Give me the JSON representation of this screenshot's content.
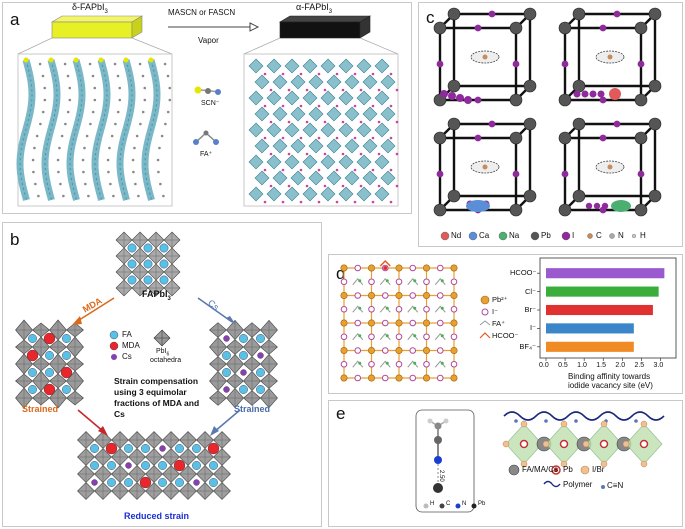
{
  "panels": {
    "a": {
      "label": "a",
      "left_title": "δ-FAPbI",
      "left_sub": "3",
      "right_title": "α-FAPbI",
      "right_sub": "3",
      "arrow_top": "MASCN or FASCN",
      "arrow_bottom": "Vapor",
      "legend_scn": "SCN⁻",
      "legend_fa": "FA⁺"
    },
    "b": {
      "label": "b",
      "top_name": "FAPbI",
      "top_name_sub": "3",
      "mda_arrow": "MDA",
      "cs_arrow": "Cs",
      "legend": [
        {
          "label": "FA",
          "color": "#5bc0e8"
        },
        {
          "label": "MDA",
          "color": "#e8262c"
        },
        {
          "label": "Cs",
          "color": "#8a3fb0"
        }
      ],
      "octa_label": "PbI",
      "octa_sub": "6",
      "octa_label2": "octahedra",
      "strain_text": [
        "Strain compensation",
        "using 3 equimolar",
        "fractions of MDA and",
        "Cs"
      ],
      "strained_left": "Strained",
      "strained_right": "Strained",
      "reduced": "Reduced strain"
    },
    "c": {
      "label": "c",
      "legend": [
        {
          "label": "Nd",
          "color": "#e05a5a"
        },
        {
          "label": "Ca",
          "color": "#5a8fd8"
        },
        {
          "label": "Na",
          "color": "#4caf72"
        },
        {
          "label": "Pb",
          "color": "#555555"
        },
        {
          "label": "I",
          "color": "#8e2a9c"
        },
        {
          "label": "C",
          "color": "#c88c5a"
        },
        {
          "label": "N",
          "color": "#aaaaaa"
        },
        {
          "label": "H",
          "color": "#cccccc"
        }
      ]
    },
    "d": {
      "label": "d",
      "legend": [
        {
          "label": "Pb²⁺"
        },
        {
          "label": "I⁻"
        },
        {
          "label": "FA⁺"
        },
        {
          "label": "HCOO⁻"
        }
      ]
    },
    "e": {
      "label": "e",
      "molecule_legend": [
        {
          "label": "H",
          "color": "#bbbbbb"
        },
        {
          "label": "C",
          "color": "#444444"
        },
        {
          "label": "N",
          "color": "#1a3fd0"
        },
        {
          "label": "Pb",
          "color": "#222222"
        }
      ],
      "bond_length": "2.50",
      "legend_items": [
        {
          "label": "FA/MA/Cs"
        },
        {
          "label": "Pb"
        },
        {
          "label": "I/Br"
        },
        {
          "label": "Polymer"
        },
        {
          "label": "C≡N"
        }
      ]
    }
  },
  "chart_data": {
    "type": "bar",
    "orientation": "horizontal",
    "categories": [
      "HCOO⁻",
      "Cl⁻",
      "Br⁻",
      "I⁻",
      "BF₄⁻"
    ],
    "values": [
      3.1,
      2.95,
      2.8,
      2.3,
      2.3
    ],
    "colors": [
      "#9b59d0",
      "#3aad3a",
      "#e03030",
      "#3a86c8",
      "#f08a24"
    ],
    "xlabel": "Binding affinity towards iodide vacancy site (eV)",
    "xlabel_lines": [
      "Binding affinity towards",
      "iodide vacancy site (eV)"
    ],
    "xlim": [
      0,
      3.3
    ],
    "xticks": [
      "0.0",
      "0.5",
      "1.0",
      "1.5",
      "2.0",
      "2.5",
      "3.0"
    ]
  }
}
